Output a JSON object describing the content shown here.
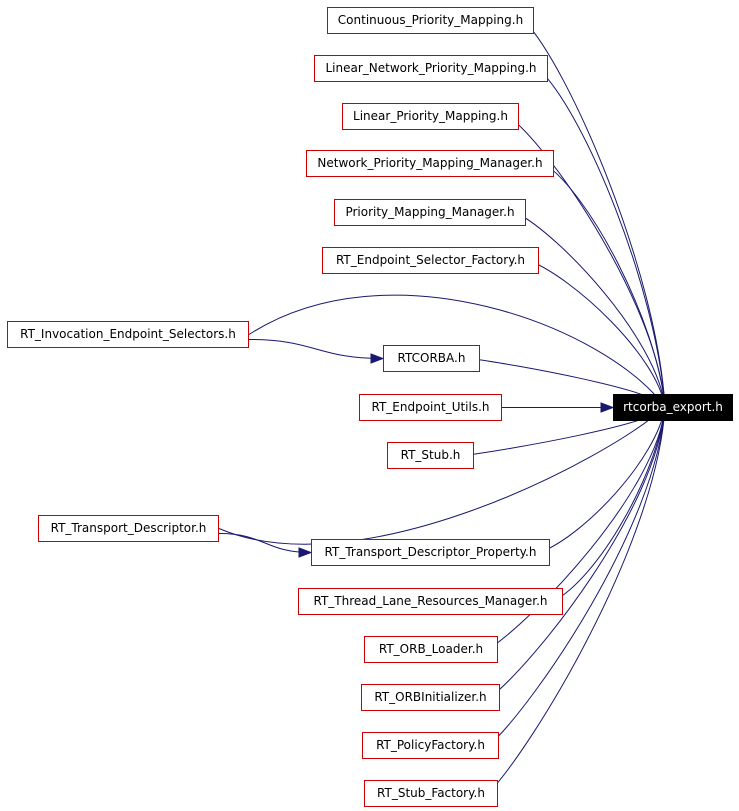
{
  "target": {
    "id": "rtcorba_export",
    "label": "rtcorba_export.h"
  },
  "nodes": [
    {
      "id": "continuous_priority_mapping",
      "label": "Continuous_Priority_Mapping.h"
    },
    {
      "id": "linear_network_priority_mapping",
      "label": "Linear_Network_Priority_Mapping.h"
    },
    {
      "id": "linear_priority_mapping",
      "label": "Linear_Priority_Mapping.h"
    },
    {
      "id": "network_priority_mapping_manager",
      "label": "Network_Priority_Mapping_Manager.h"
    },
    {
      "id": "priority_mapping_manager",
      "label": "Priority_Mapping_Manager.h"
    },
    {
      "id": "rt_endpoint_selector_factory",
      "label": "RT_Endpoint_Selector_Factory.h"
    },
    {
      "id": "rt_invocation_endpoint_selectors",
      "label": "RT_Invocation_Endpoint_Selectors.h"
    },
    {
      "id": "rtcorba",
      "label": "RTCORBA.h"
    },
    {
      "id": "rt_endpoint_utils",
      "label": "RT_Endpoint_Utils.h"
    },
    {
      "id": "rt_stub",
      "label": "RT_Stub.h"
    },
    {
      "id": "rt_transport_descriptor",
      "label": "RT_Transport_Descriptor.h"
    },
    {
      "id": "rt_transport_descriptor_property",
      "label": "RT_Transport_Descriptor_Property.h"
    },
    {
      "id": "rt_thread_lane_resources_manager",
      "label": "RT_Thread_Lane_Resources_Manager.h"
    },
    {
      "id": "rt_orb_loader",
      "label": "RT_ORB_Loader.h"
    },
    {
      "id": "rt_orbinitializer",
      "label": "RT_ORBInitializer.h"
    },
    {
      "id": "rt_policyfactory",
      "label": "RT_PolicyFactory.h"
    },
    {
      "id": "rt_stub_factory",
      "label": "RT_Stub_Factory.h"
    }
  ],
  "edges": [
    {
      "from": "continuous_priority_mapping",
      "to": "rtcorba_export"
    },
    {
      "from": "linear_network_priority_mapping",
      "to": "rtcorba_export"
    },
    {
      "from": "linear_priority_mapping",
      "to": "rtcorba_export"
    },
    {
      "from": "network_priority_mapping_manager",
      "to": "rtcorba_export"
    },
    {
      "from": "priority_mapping_manager",
      "to": "rtcorba_export"
    },
    {
      "from": "rt_endpoint_selector_factory",
      "to": "rtcorba_export"
    },
    {
      "from": "rt_invocation_endpoint_selectors",
      "to": "rtcorba_export"
    },
    {
      "from": "rt_invocation_endpoint_selectors",
      "to": "rtcorba"
    },
    {
      "from": "rtcorba",
      "to": "rtcorba_export"
    },
    {
      "from": "rt_endpoint_utils",
      "to": "rtcorba_export"
    },
    {
      "from": "rt_stub",
      "to": "rtcorba_export"
    },
    {
      "from": "rt_transport_descriptor",
      "to": "rtcorba_export"
    },
    {
      "from": "rt_transport_descriptor",
      "to": "rt_transport_descriptor_property"
    },
    {
      "from": "rt_transport_descriptor_property",
      "to": "rtcorba_export"
    },
    {
      "from": "rt_thread_lane_resources_manager",
      "to": "rtcorba_export"
    },
    {
      "from": "rt_orb_loader",
      "to": "rtcorba_export"
    },
    {
      "from": "rt_orbinitializer",
      "to": "rtcorba_export"
    },
    {
      "from": "rt_policyfactory",
      "to": "rtcorba_export"
    },
    {
      "from": "rt_stub_factory",
      "to": "rtcorba_export"
    }
  ],
  "colors": {
    "node_border": "#cc0000",
    "node_text": "#000000",
    "focus_fill": "#000000",
    "focus_text": "#ffffff",
    "edge": "#191970"
  }
}
